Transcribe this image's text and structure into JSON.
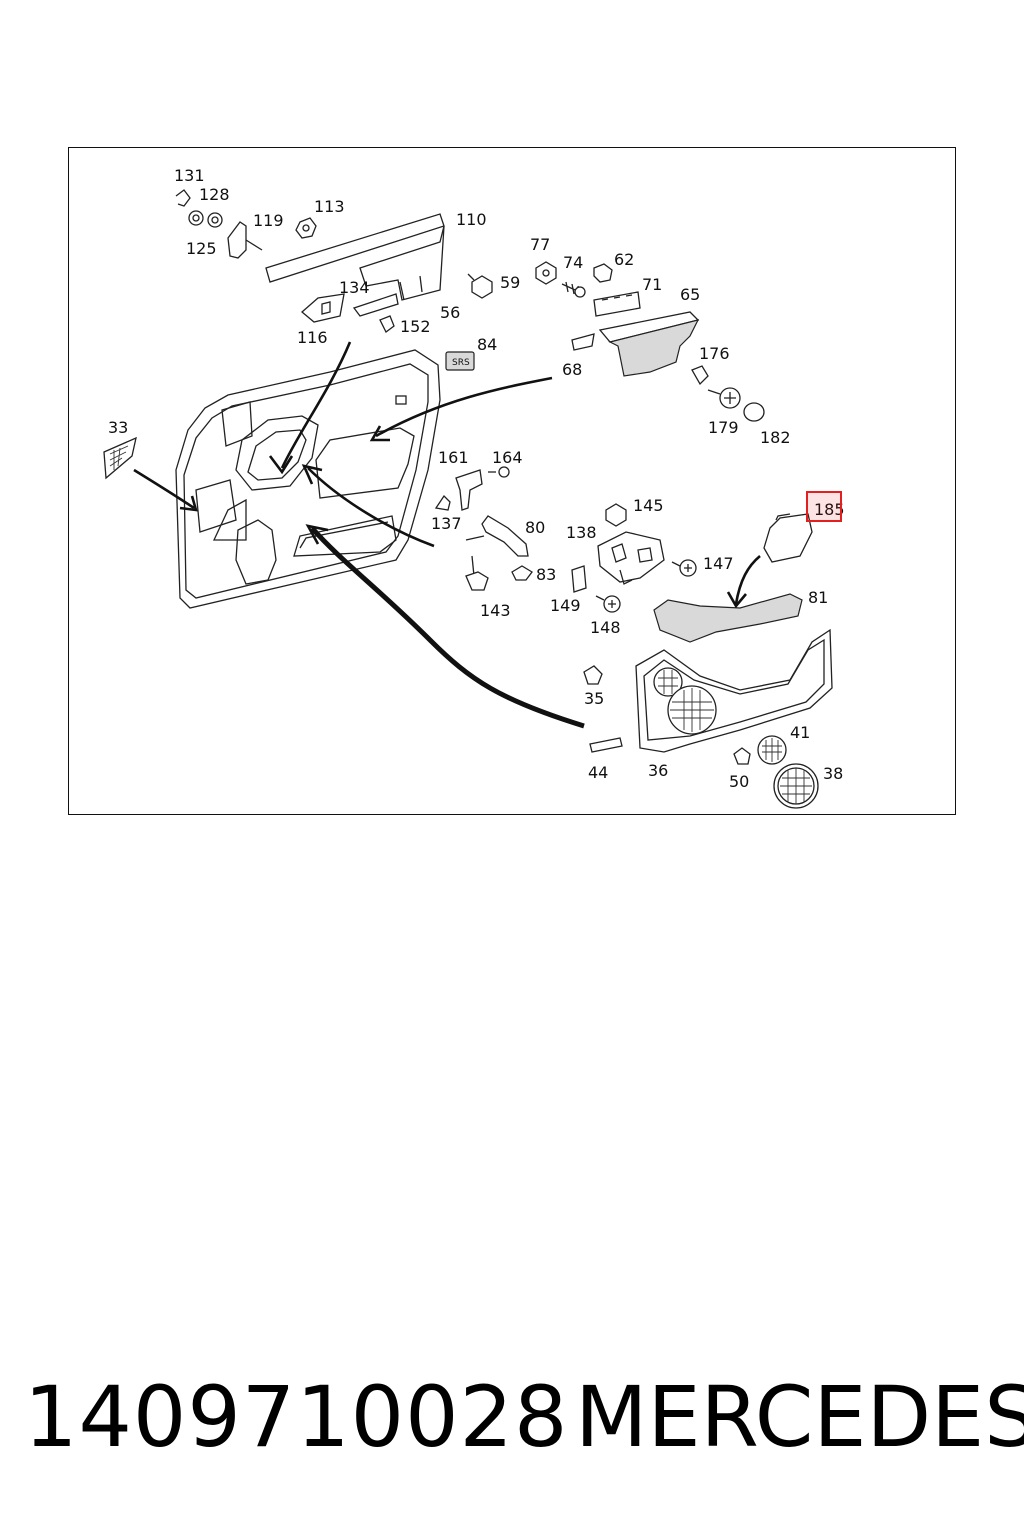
{
  "diagram": {
    "labels": [
      "131",
      "128",
      "125",
      "119",
      "113",
      "110",
      "77",
      "74",
      "62",
      "59",
      "71",
      "65",
      "134",
      "116",
      "152",
      "56",
      "84",
      "68",
      "176",
      "179",
      "182",
      "33",
      "161",
      "164",
      "137",
      "80",
      "138",
      "145",
      "185",
      "143",
      "83",
      "149",
      "148",
      "147",
      "81",
      "35",
      "44",
      "36",
      "41",
      "50",
      "38"
    ],
    "highlight": {
      "label": "185",
      "color": "#e32020"
    }
  },
  "footer": {
    "part_number": "1409710028",
    "brand": "MERCEDES"
  }
}
